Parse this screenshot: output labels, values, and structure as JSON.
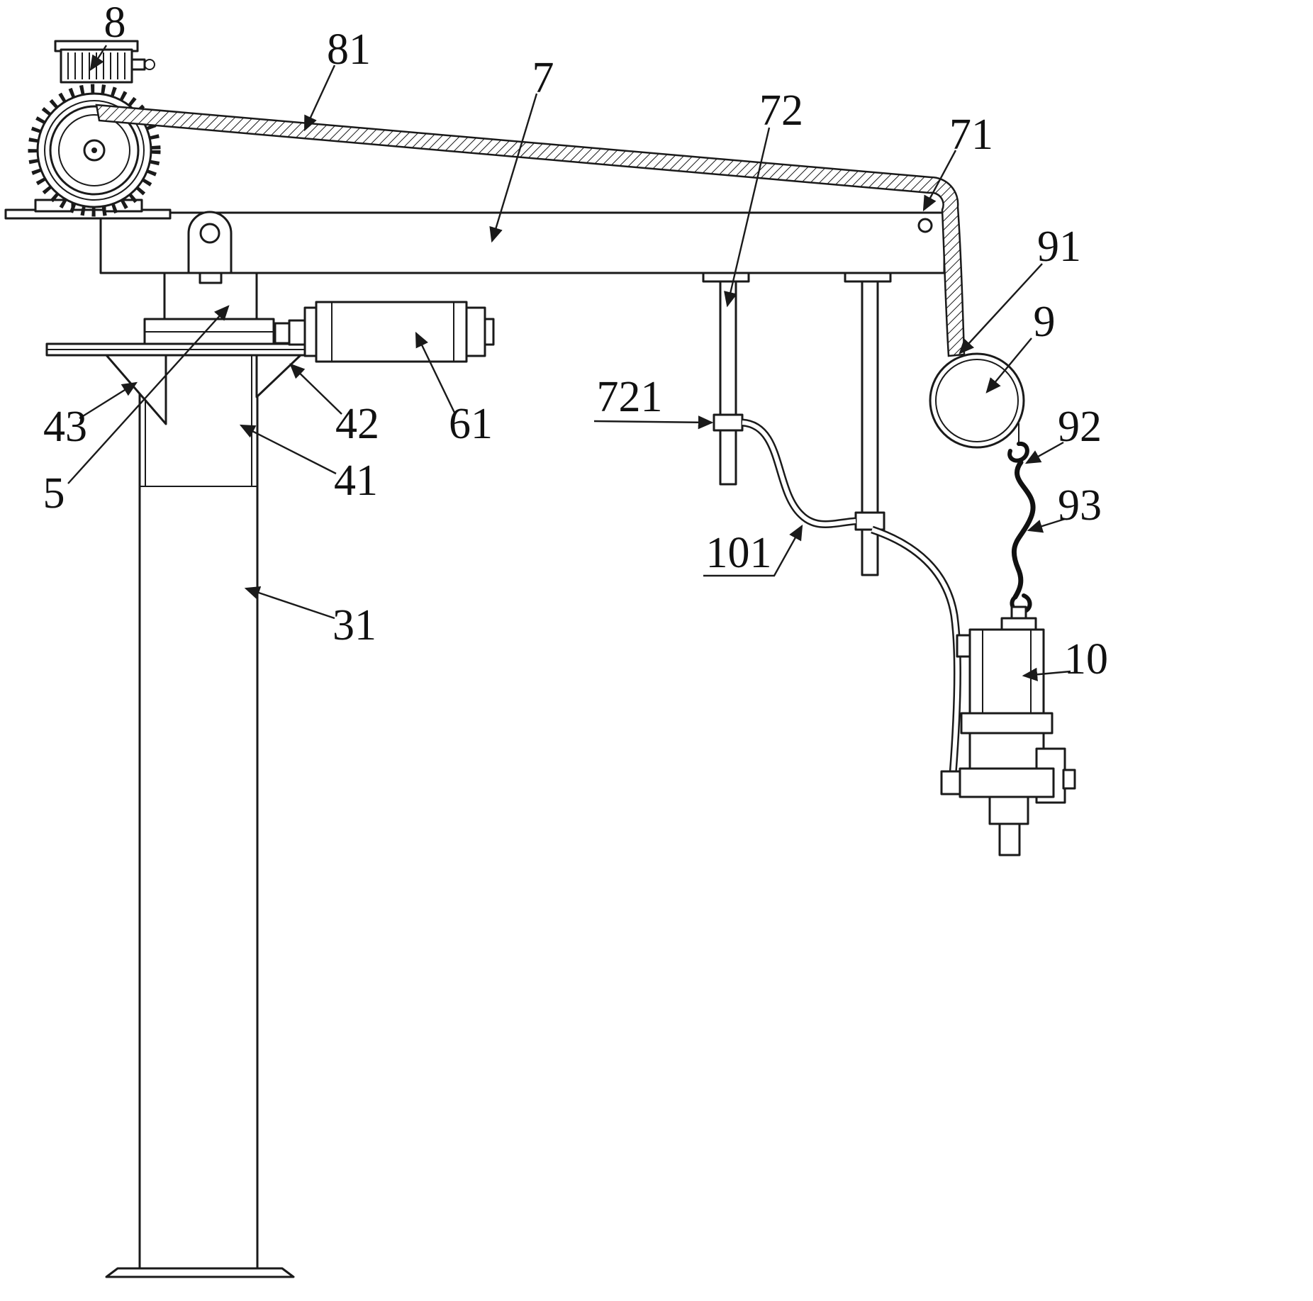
{
  "figure": {
    "background": "#ffffff",
    "line_color": "#1a1a1a"
  },
  "labels": [
    {
      "id": "8",
      "text": "8"
    },
    {
      "id": "81",
      "text": "81"
    },
    {
      "id": "7",
      "text": "7"
    },
    {
      "id": "72",
      "text": "72"
    },
    {
      "id": "71",
      "text": "71"
    },
    {
      "id": "91",
      "text": "91"
    },
    {
      "id": "9",
      "text": "9"
    },
    {
      "id": "92",
      "text": "92"
    },
    {
      "id": "93",
      "text": "93"
    },
    {
      "id": "10",
      "text": "10"
    },
    {
      "id": "43",
      "text": "43"
    },
    {
      "id": "5",
      "text": "5"
    },
    {
      "id": "42",
      "text": "42"
    },
    {
      "id": "61",
      "text": "61"
    },
    {
      "id": "41",
      "text": "41"
    },
    {
      "id": "31",
      "text": "31"
    },
    {
      "id": "721",
      "text": "721"
    },
    {
      "id": "101",
      "text": "101"
    }
  ]
}
